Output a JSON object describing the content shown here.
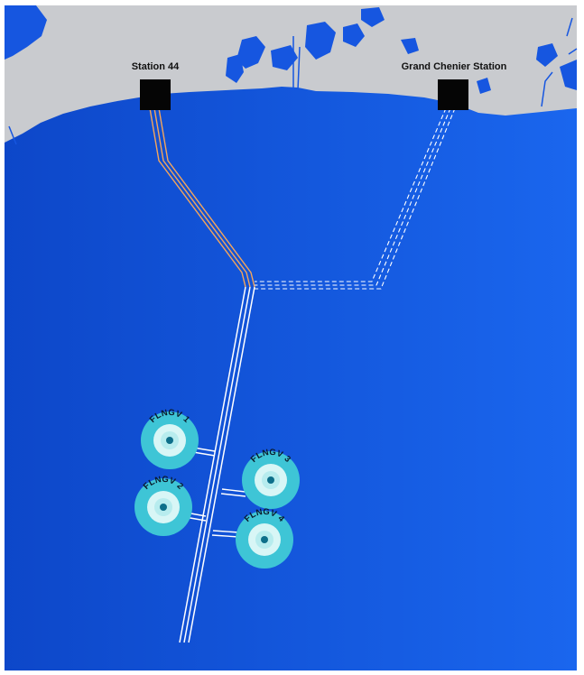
{
  "map": {
    "colors": {
      "sea_dark": "#0d47c9",
      "sea_light": "#1a66ee",
      "land": "#c9cbcf",
      "pipeline_active": "#f5a65b",
      "pipeline_white": "#ffffff",
      "vessel_outer": "#3ec5d6",
      "vessel_inner": "#d8f6f6",
      "vessel_core": "#0d6f8a"
    },
    "stations": [
      {
        "id": "station-44",
        "label": "Station 44",
        "icon": "square-marker-icon"
      },
      {
        "id": "grand-chenier-station",
        "label": "Grand Chenier Station",
        "icon": "square-marker-icon"
      }
    ],
    "vessels": [
      {
        "id": "flngv-1",
        "label": "FLNGV 1",
        "icon": "target-icon"
      },
      {
        "id": "flngv-2",
        "label": "FLNGV 2",
        "icon": "target-icon"
      },
      {
        "id": "flngv-3",
        "label": "FLNGV 3",
        "icon": "target-icon"
      },
      {
        "id": "flngv-4",
        "label": "FLNGV 4",
        "icon": "target-icon"
      }
    ],
    "pipelines": [
      {
        "id": "pipeline-to-station-44",
        "style": "solid",
        "color": "orange"
      },
      {
        "id": "pipeline-to-grand-chenier",
        "style": "dashed",
        "color": "white"
      },
      {
        "id": "pipeline-trunk",
        "style": "solid",
        "color": "white"
      }
    ]
  }
}
